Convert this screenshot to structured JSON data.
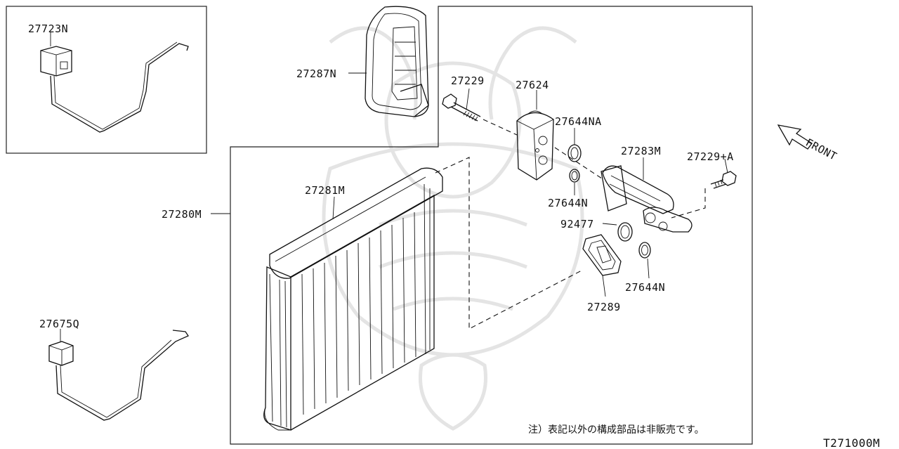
{
  "diagram_id": "T271000M",
  "note": "注）表記以外の構成部品は非販売です。",
  "direction_label": "FRONT",
  "parts": {
    "p27723N": "27723N",
    "p27287N": "27287N",
    "p27229": "27229",
    "p27624": "27624",
    "p27644NA": "27644NA",
    "p27283M": "27283M",
    "p27229A": "27229+A",
    "p27281M": "27281M",
    "p27280M": "27280M",
    "p27644N_a": "27644N",
    "p92477": "92477",
    "p27644N_b": "27644N",
    "p27289": "27289",
    "p27675Q": "27675Q"
  }
}
